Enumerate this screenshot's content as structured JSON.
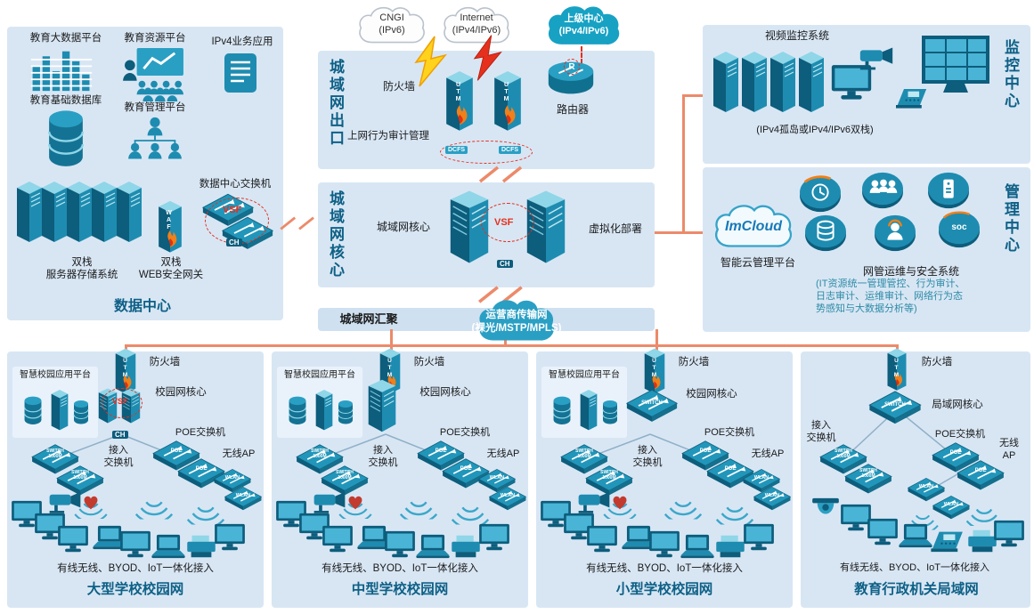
{
  "clouds": {
    "cngi": "CNGI\n(IPv6)",
    "internet": "Internet\n(IPv4/IPv6)",
    "upper": "上级中心\n(IPv4/IPv6)",
    "carrier": "运营商传输网\n(裸光/MSTP/MPLS)"
  },
  "exit_panel": {
    "title": "城域网出口",
    "firewall_label": "防火墙",
    "audit_label": "上网行为审计管理",
    "router_label": "路由器"
  },
  "core_panel": {
    "title": "城域网核心",
    "core_label": "城域网核心",
    "virtualization_label": "虚拟化部署"
  },
  "aggregation_label": "城域网汇聚",
  "datacenter": {
    "title": "数据中心",
    "big_data_platform": "教育大数据平台",
    "base_database": "教育基础数据库",
    "resource_platform": "教育资源平台",
    "mgmt_platform": "教育管理平台",
    "ipv4_app": "IPv4业务应用",
    "dc_switch": "数据中心交换机",
    "dual_stack_servers": "双栈\n服务器存储系统",
    "web_gateway": "双栈\nWEB安全网关"
  },
  "monitoring": {
    "title": "监控中心",
    "video_system": "视频监控系统",
    "stack_note": "(IPv4孤岛或IPv4/IPv6双栈)"
  },
  "management": {
    "title": "管理中心",
    "imcloud": "ImCloud",
    "cloud_platform": "智能云管理平台",
    "nms_title": "网管运维与安全系统",
    "nms_desc": "(IT资源统一管理管控、行为审计、\n日志审计、运维审计、网络行为态\n势感知与大数据分析等)"
  },
  "school_labels": {
    "smart_platform": "智慧校园应用平台",
    "firewall": "防火墙",
    "campus_core": "校园网核心",
    "lan_core": "局域网核心",
    "access_switch": "接入\n交换机",
    "poe_switch": "POE交换机",
    "wireless_ap": "无线AP",
    "wireless_ap_stacked": "无线\nAP",
    "converged_access": "有线无线、BYOD、IoT一体化接入"
  },
  "schools": [
    {
      "title": "大型学校校园网"
    },
    {
      "title": "中型学校校园网"
    },
    {
      "title": "小型学校校园网"
    },
    {
      "title": "教育行政机关局域网"
    }
  ],
  "device_labels": {
    "utm": "UTM",
    "dcfs": "DCFS",
    "vsf": "VSF",
    "ch": "CH",
    "waf": "WAF",
    "router_r": "R",
    "poe": "POE",
    "switch": "SWITCH",
    "switch_1000m": "SWITCH\n1000M",
    "wlan": "WLAN",
    "soc": "soc"
  },
  "colors": {
    "panel_bg": "#d8e6f4",
    "accent_teal": "#1e8cb0",
    "line_salmon": "#ec8a6a",
    "title_color": "#0e6086"
  }
}
